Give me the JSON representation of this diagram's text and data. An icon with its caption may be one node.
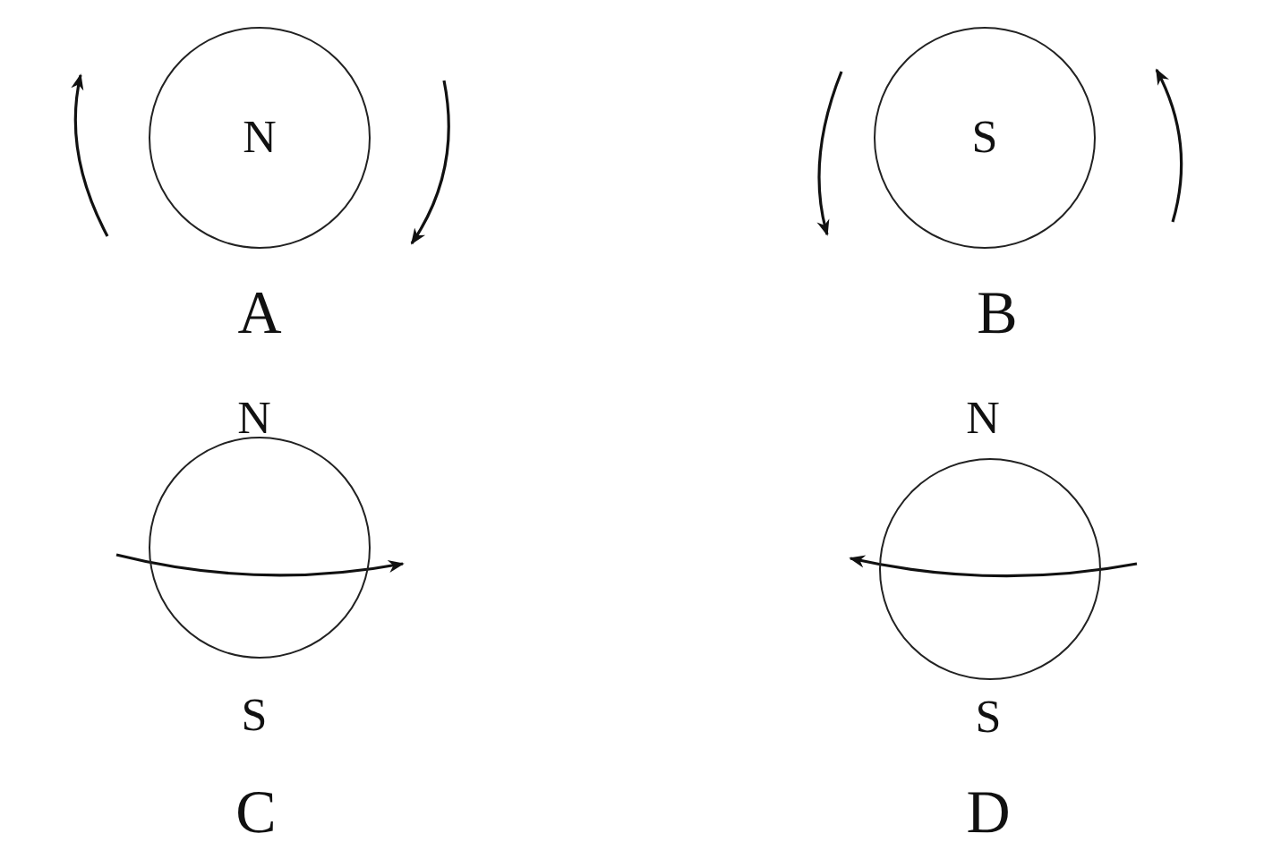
{
  "diagram": {
    "nodes": [
      {
        "text": [
          "N"
        ],
        "beside": [
          "A"
        ]
      },
      {
        "text": [
          "S"
        ],
        "beside": [
          "B"
        ]
      },
      {
        "text": [],
        "shape": "circle",
        "beside": [
          "N",
          "S",
          "C"
        ]
      },
      {
        "text": [],
        "shape": "circle",
        "beside": [
          "N",
          "S",
          "D"
        ]
      }
    ]
  }
}
